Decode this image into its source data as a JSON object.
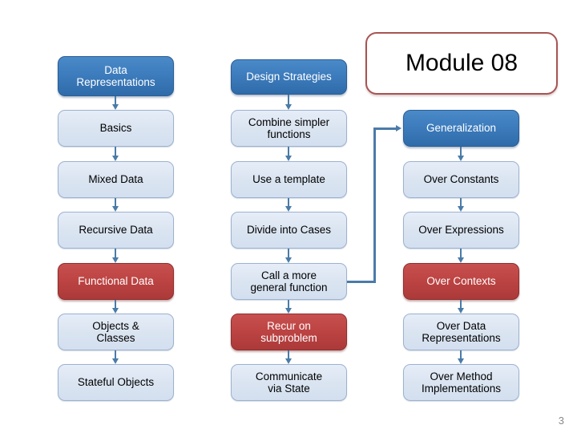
{
  "slide": {
    "title": "Module 08",
    "page_number": "3",
    "accent_blue": "#3d7cbd",
    "accent_red": "#bd4443",
    "node_fill_light": "#dbe5f1",
    "connector_color": "#4a7ba8",
    "title_border_color": "#a85454"
  },
  "columns": [
    {
      "id": "data-representations",
      "header": "Data\nRepresentations",
      "nodes": [
        {
          "label": "Basics",
          "style": "light"
        },
        {
          "label": "Mixed Data",
          "style": "light"
        },
        {
          "label": "Recursive Data",
          "style": "light"
        },
        {
          "label": "Functional Data",
          "style": "red"
        },
        {
          "label": "Objects &\nClasses",
          "style": "light"
        },
        {
          "label": "Stateful Objects",
          "style": "light"
        }
      ]
    },
    {
      "id": "design-strategies",
      "header": "Design Strategies",
      "nodes": [
        {
          "label": "Combine simpler\nfunctions",
          "style": "light"
        },
        {
          "label": "Use a template",
          "style": "light"
        },
        {
          "label": "Divide into Cases",
          "style": "light"
        },
        {
          "label": "Call a more\ngeneral function",
          "style": "light"
        },
        {
          "label": "Recur on\nsubproblem",
          "style": "red"
        },
        {
          "label": "Communicate\nvia State",
          "style": "light"
        }
      ]
    },
    {
      "id": "generalization",
      "header": "",
      "nodes": [
        {
          "label": "Generalization",
          "style": "blue"
        },
        {
          "label": "Over Constants",
          "style": "light"
        },
        {
          "label": "Over Expressions",
          "style": "light"
        },
        {
          "label": "Over Contexts",
          "style": "red"
        },
        {
          "label": "Over Data\nRepresentations",
          "style": "light"
        },
        {
          "label": "Over Method\nImplementations",
          "style": "light"
        }
      ]
    }
  ]
}
